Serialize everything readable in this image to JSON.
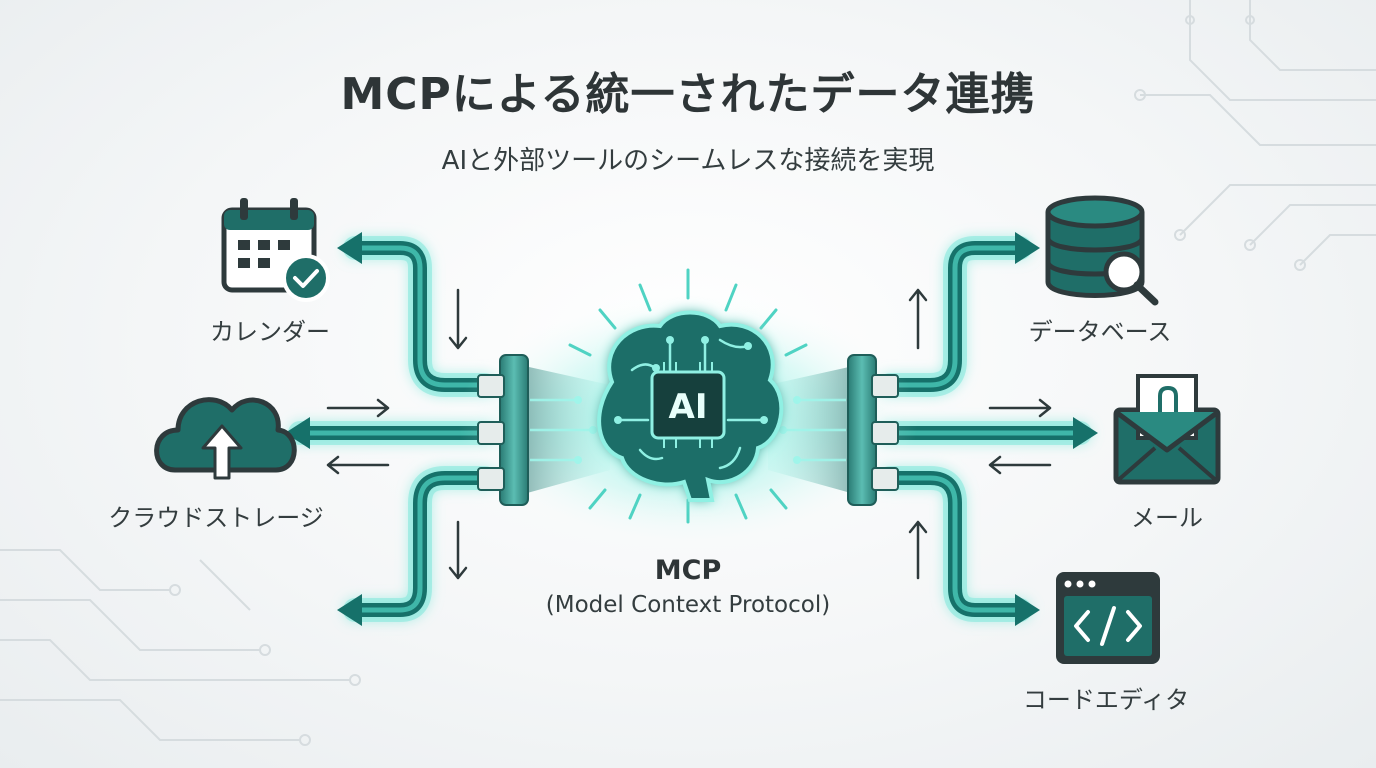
{
  "title": "MCPによる統一されたデータ連携",
  "subtitle": "AIと外部ツールのシームレスな接続を実現",
  "hub": {
    "chip_text": "AI",
    "name": "MCP",
    "full_name": "(Model Context Protocol)"
  },
  "left_tools": [
    {
      "label": "カレンダー",
      "icon": "calendar-check-icon"
    },
    {
      "label": "クラウドストレージ",
      "icon": "cloud-upload-icon"
    }
  ],
  "right_tools": [
    {
      "label": "データベース",
      "icon": "database-search-icon"
    },
    {
      "label": "メール",
      "icon": "mail-attachment-icon"
    },
    {
      "label": "コードエディタ",
      "icon": "code-editor-icon"
    }
  ],
  "colors": {
    "accent": "#19837a",
    "accent_glow": "#5fe3d2",
    "dark_teal": "#1f5e59",
    "icon_dark": "#2e3a3c",
    "text": "#2e3537"
  }
}
